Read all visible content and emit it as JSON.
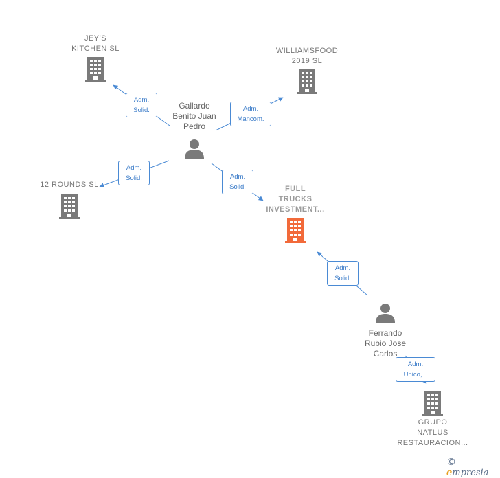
{
  "companies": {
    "jeys_kitchen": "JEY'S\nKITCHEN  SL",
    "williamsfood": "WILLIAMSFOOD\n2019  SL",
    "rounds12": "12 ROUNDS  SL",
    "full_trucks": "FULL\nTRUCKS\nINVESTMENT...",
    "grupo_natlus": "GRUPO\nNATLUS\nRESTAURACION..."
  },
  "persons": {
    "gallardo": "Gallardo\nBenito Juan\nPedro",
    "ferrando": "Ferrando\nRubio Jose\nCarlos"
  },
  "relations": {
    "gallardo_jeys": "Adm.\nSolid.",
    "gallardo_williams": "Adm.\nMancom.",
    "gallardo_rounds": "Adm.\nSolid.",
    "gallardo_full": "Adm.\nSolid.",
    "ferrando_full": "Adm.\nSolid.",
    "ferrando_grupo": "Adm.\nUnico,..."
  },
  "colors": {
    "building": "#7a7a7a",
    "focus_building": "#f26a3a",
    "person": "#7a7a7a",
    "edge": "#4a8ad4"
  },
  "credit": {
    "symbol": "©",
    "brand_initial": "e",
    "brand_rest": "mpresia"
  }
}
